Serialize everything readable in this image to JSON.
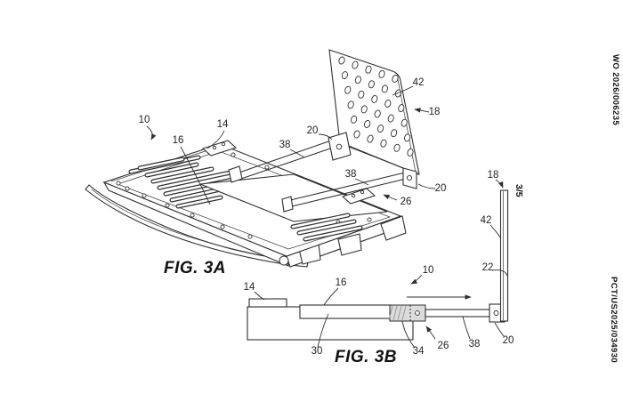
{
  "page": {
    "background": "#ffffff",
    "ink": "#2f2f2f",
    "shade": "#dcdcdc"
  },
  "margin": {
    "publication_number": "WO 2026/006235",
    "application_number": "PCT/US2025/034930",
    "sheet_indicator": "3/5"
  },
  "fig3a": {
    "caption": "FIG. 3A",
    "labels": [
      "10",
      "14",
      "16",
      "38",
      "20",
      "38",
      "20",
      "42",
      "18",
      "26"
    ]
  },
  "fig3b": {
    "caption": "FIG. 3B",
    "labels": [
      "14",
      "16",
      "30",
      "34",
      "26",
      "38",
      "20",
      "22",
      "42",
      "18",
      "10"
    ]
  }
}
